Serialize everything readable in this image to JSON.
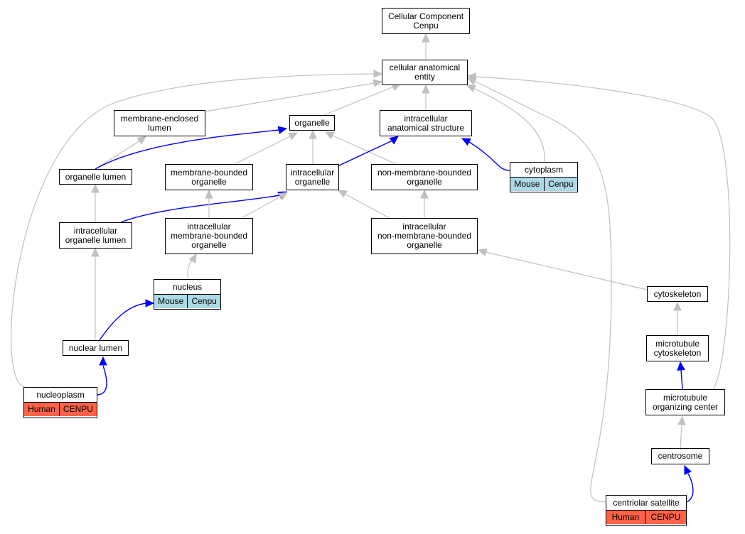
{
  "colors": {
    "is_a_edge": "#c0c0c0",
    "part_of_edge": "#0000ff",
    "mouse_tag": "#add8e6",
    "human_tag": "#ff6347"
  },
  "nodes": {
    "root": "Cellular Component\nCenpu",
    "cae": "cellular anatomical\nentity",
    "mel": "membrane-enclosed\nlumen",
    "organelle": "organelle",
    "ias": "intracellular\nanatomical structure",
    "ol": "organelle lumen",
    "mbo": "membrane-bounded\norganelle",
    "io": "intracellular\norganelle",
    "nmbo": "non-membrane-bounded\norganelle",
    "iol": "intracellular\norganelle lumen",
    "imbo": "intracellular\nmembrane-bounded\norganelle",
    "inmbo": "intracellular\nnon-membrane-bounded\norganelle",
    "cytoskeleton": "cytoskeleton",
    "nl": "nuclear lumen",
    "mtc": "microtubule\ncytoskeleton",
    "mtoc": "microtubule\norganizing center",
    "centrosome": "centrosome"
  },
  "tagged": {
    "cytoplasm": {
      "title": "cytoplasm",
      "species": "Mouse",
      "gene": "Cenpu"
    },
    "nucleus": {
      "title": "nucleus",
      "species": "Mouse",
      "gene": "Cenpu"
    },
    "nucleoplasm": {
      "title": "nucleoplasm",
      "species": "Human",
      "gene": "CENPU"
    },
    "cs": {
      "title": "centriolar satellite",
      "species": "Human",
      "gene": "CENPU"
    }
  }
}
